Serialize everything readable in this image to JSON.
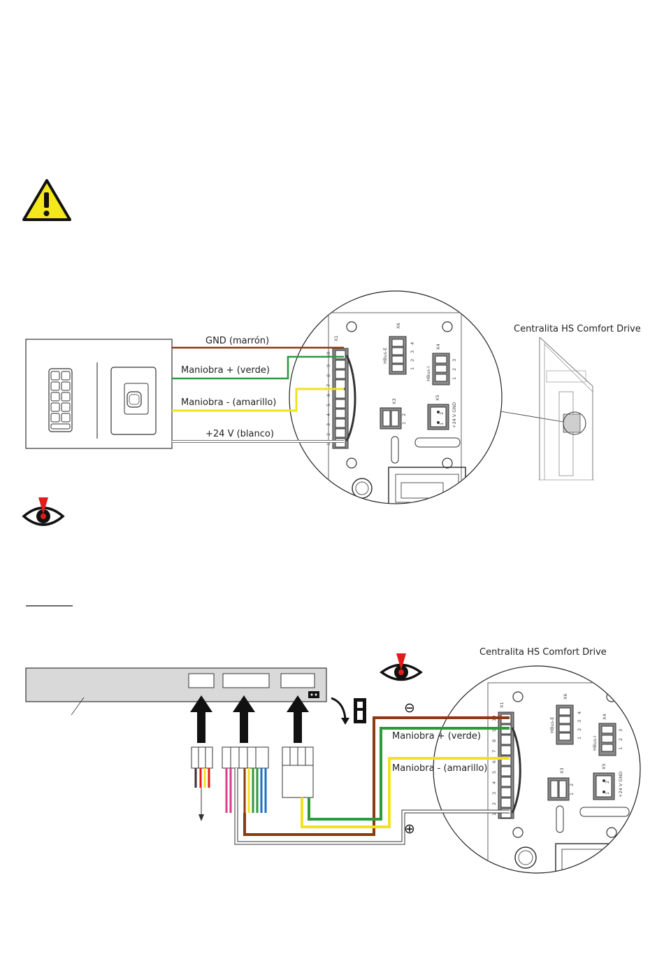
{
  "colors": {
    "brown": "#8B3A12",
    "green": "#2E9A3C",
    "yellow": "#F2E21E",
    "white_wire": "#ffffff",
    "warning_fill": "#F4E81C",
    "eye_marker": "#E21B1B",
    "pcb_gray": "#8a8a8a",
    "panel_gray": "#d9d9d9"
  },
  "icons": [
    "warning-triangle-icon",
    "eye-icon",
    "jumper-icon",
    "minus-icon",
    "plus-icon"
  ],
  "diagram1": {
    "wires": [
      {
        "label": "GND (marrón)",
        "color": "brown"
      },
      {
        "label": "Maniobra + (verde)",
        "color": "green"
      },
      {
        "label": "Maniobra - (amarillo)",
        "color": "yellow"
      },
      {
        "label": "+24 V (blanco)",
        "color": "white"
      }
    ],
    "board_title": "Centralita HS Comfort Drive",
    "connectors": {
      "x1": "X1",
      "x6": "X6",
      "x4": "X4",
      "x3": "X3",
      "x5": "X5",
      "hbus_e": "HBus-E",
      "hbus_i": "HBus-I",
      "x5_label": "+24 V GND",
      "x1_pins": [
        "10",
        "9",
        "8",
        "7",
        "6",
        "5",
        "4",
        "3",
        "2",
        "1"
      ],
      "x6_pins": [
        "1",
        "2",
        "3",
        "4"
      ],
      "x4_pins": [
        "1",
        "2",
        "3"
      ],
      "x3_pins": [
        "1",
        "2"
      ],
      "x5_pins": [
        "1",
        "2"
      ]
    }
  },
  "diagram2": {
    "board_title": "Centralita HS Comfort Drive",
    "wires": [
      {
        "label": "Maniobra + (verde)",
        "color": "green"
      },
      {
        "label": "Maniobra - (amarillo)",
        "color": "yellow"
      }
    ],
    "minus_symbol": "⊖",
    "plus_symbol": "⊕",
    "connectors": {
      "x1": "X1",
      "x6": "X6",
      "x4": "X4",
      "x3": "X3",
      "x5": "X5",
      "hbus_e": "HBus-E",
      "hbus_i": "HBus-I",
      "x5_label": "+24 V GND",
      "x1_pins": [
        "10",
        "9",
        "8",
        "7",
        "6",
        "5",
        "4",
        "3",
        "2",
        "1"
      ],
      "x6_pins": [
        "1",
        "2",
        "3",
        "4"
      ],
      "x4_pins": [
        "1",
        "2",
        "3"
      ],
      "x3_pins": [
        "1",
        "2"
      ],
      "x5_pins": [
        "1",
        "2"
      ]
    }
  }
}
